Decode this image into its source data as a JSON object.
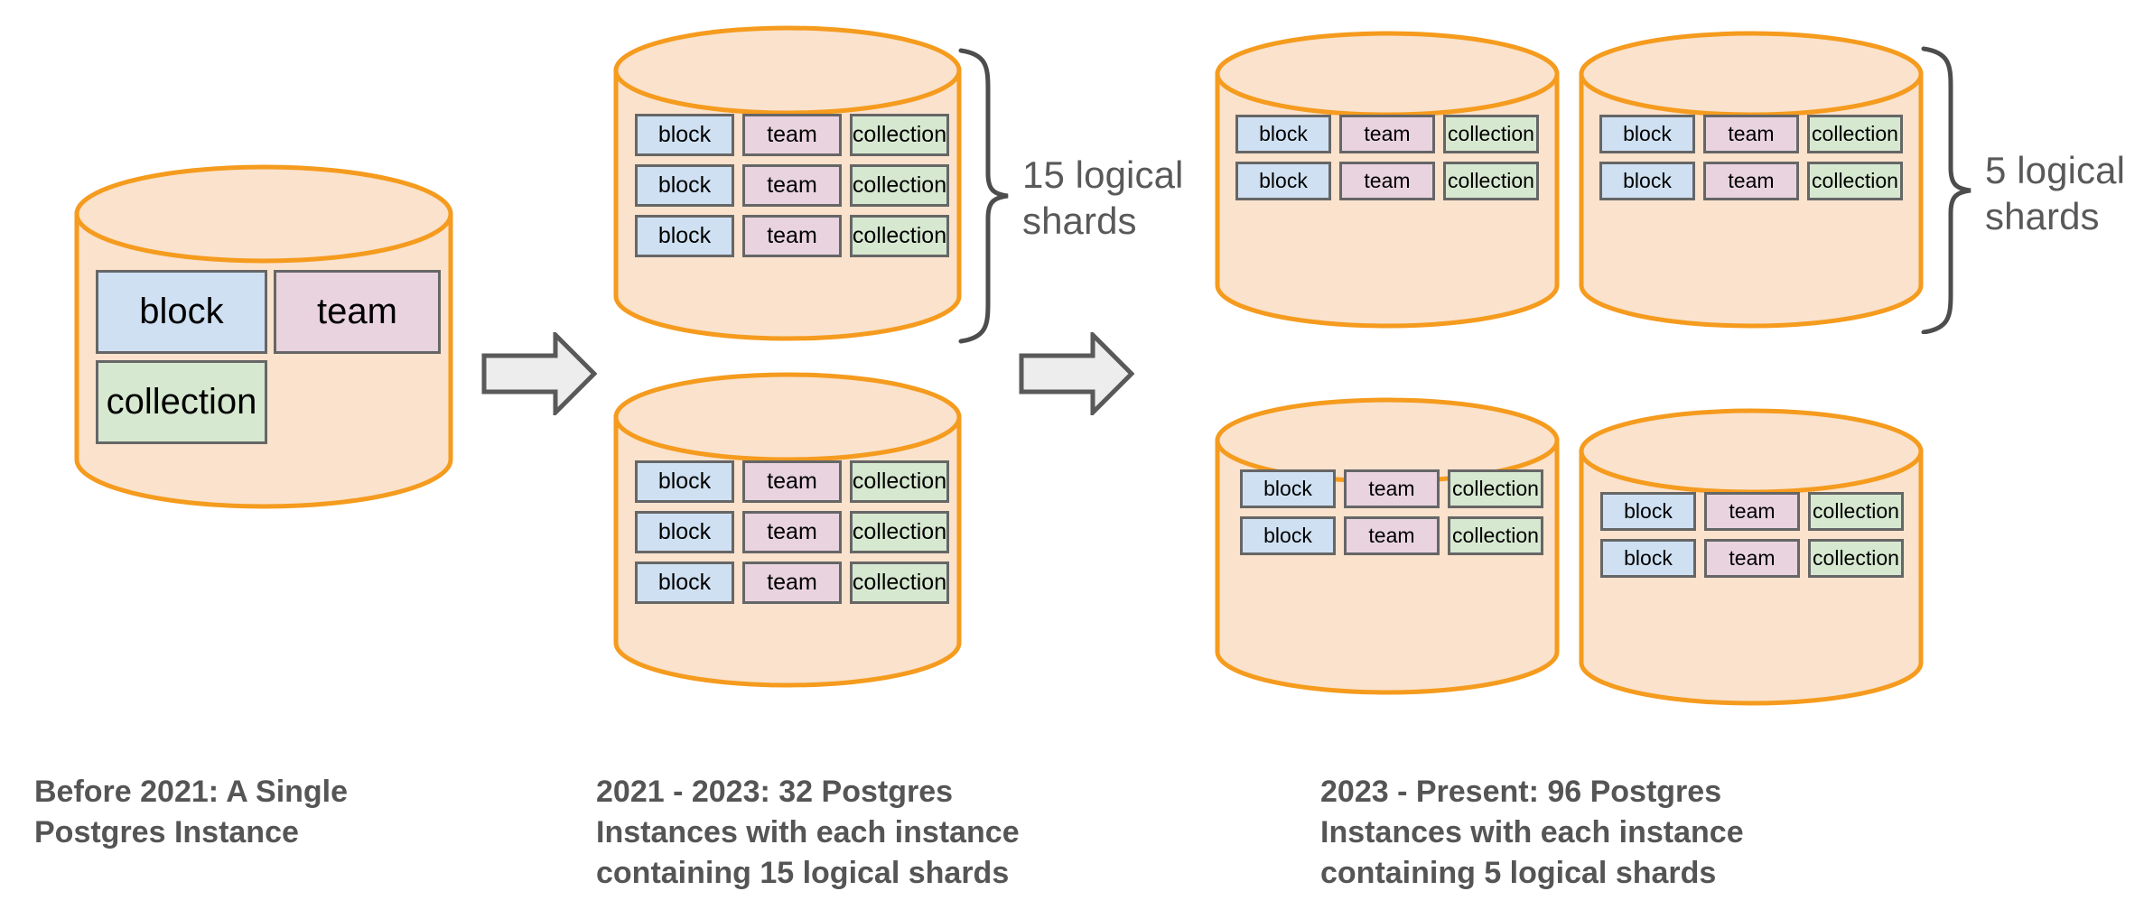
{
  "diagram": {
    "title": "Notion Postgres sharding evolution",
    "colors": {
      "cylinder_stroke": "#F59B1E",
      "cylinder_fill": "#FAE2CC",
      "shard_border": "#666666",
      "block_fill": "#CFE0F2",
      "team_fill": "#E9D3DF",
      "collection_fill": "#D7E8D0",
      "arrow_fill": "#EDEDED",
      "arrow_stroke": "#595959",
      "brace_stroke": "#4D4D4D",
      "label_text": "#595959",
      "caption_text": "#555555",
      "shard_text": "#000000"
    },
    "shard_labels": {
      "block": "block",
      "team": "team",
      "collection": "collection"
    },
    "stages": [
      {
        "id": "before-2021",
        "caption": "Before 2021: A Single\nPostgres Instance",
        "instance_count": 1,
        "shards_per_instance_note": null,
        "instances": [
          {
            "rows": [
              [
                "block",
                "team"
              ],
              [
                "collection"
              ]
            ]
          }
        ]
      },
      {
        "id": "2021-2023",
        "caption": "2021 - 2023: 32 Postgres\nInstances with each instance\ncontaining 15 logical shards",
        "instance_count": 32,
        "shards_per_instance_note": "15 logical\nshards",
        "instances": [
          {
            "rows": [
              [
                "block",
                "team",
                "collection"
              ],
              [
                "block",
                "team",
                "collection"
              ],
              [
                "block",
                "team",
                "collection"
              ]
            ]
          },
          {
            "rows": [
              [
                "block",
                "team",
                "collection"
              ],
              [
                "block",
                "team",
                "collection"
              ],
              [
                "block",
                "team",
                "collection"
              ]
            ]
          }
        ]
      },
      {
        "id": "2023-present",
        "caption": "2023 - Present: 96 Postgres\nInstances with each instance\ncontaining 5 logical shards",
        "instance_count": 96,
        "shards_per_instance_note": "5 logical\nshards",
        "instances": [
          {
            "rows": [
              [
                "block",
                "team",
                "collection"
              ],
              [
                "block",
                "team",
                "collection"
              ]
            ]
          },
          {
            "rows": [
              [
                "block",
                "team",
                "collection"
              ],
              [
                "block",
                "team",
                "collection"
              ]
            ]
          },
          {
            "rows": [
              [
                "block",
                "team",
                "collection"
              ],
              [
                "block",
                "team",
                "collection"
              ]
            ]
          },
          {
            "rows": [
              [
                "block",
                "team",
                "collection"
              ],
              [
                "block",
                "team",
                "collection"
              ]
            ]
          }
        ]
      }
    ],
    "arrows": [
      {
        "id": "arrow-1",
        "direction": "right"
      },
      {
        "id": "arrow-2",
        "direction": "right"
      }
    ]
  }
}
